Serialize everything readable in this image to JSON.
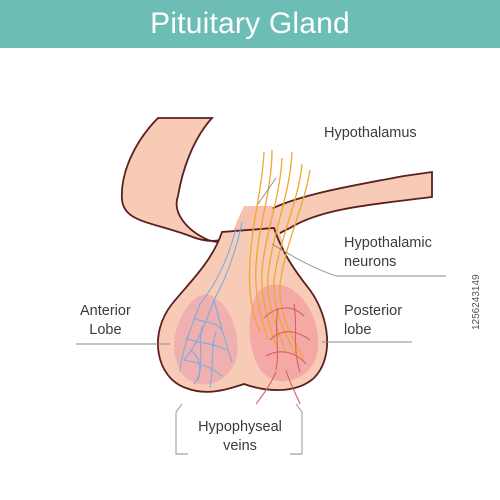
{
  "title": "Pituitary Gland",
  "labels": {
    "hypothalamus": "Hypothalamus",
    "hypothalamic_neurons": [
      "Hypothalamic",
      "neurons"
    ],
    "anterior_lobe": [
      "Anterior",
      "Lobe"
    ],
    "posterior_lobe": [
      "Posterior",
      "lobe"
    ],
    "hypophyseal_veins": [
      "Hypophyseal",
      "veins"
    ]
  },
  "stock_id": "1256243149",
  "colors": {
    "header": "#6dbdb7",
    "tissue": "#f8cbb6",
    "outline": "#5a1f1f",
    "anterior_lobe": "#f0b0b0",
    "posterior_lobe": "#f4a9a6",
    "veins": "#7aaee0",
    "nerve_fibers": "#f0a830",
    "leader_lines": "#8a8a8a"
  }
}
